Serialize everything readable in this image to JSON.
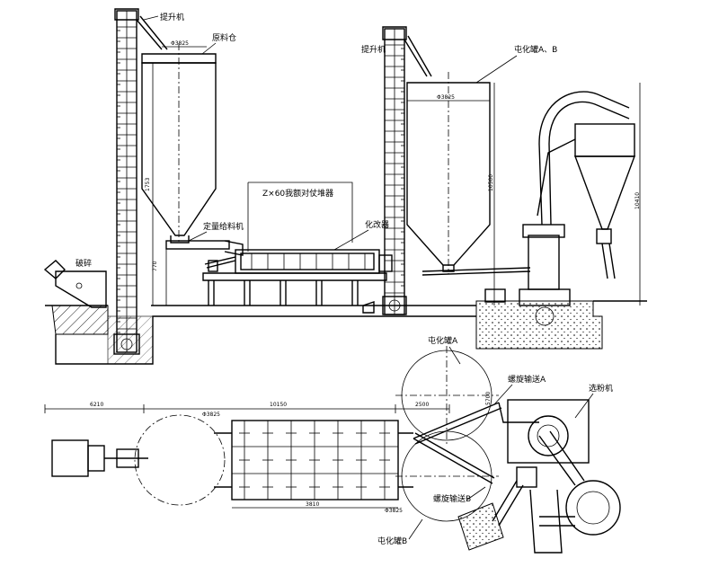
{
  "labels": {
    "elevator_1": "提升机",
    "silo": "原料仓",
    "feeder": "定量给料机",
    "reactor_box": "Z×60我额对仗堆器",
    "modifier": "化改器",
    "elevator_2": "提升机",
    "tank_ab": "屯化罐A、B",
    "crusher": "破碎",
    "tank_a": "屯化罐A",
    "screw_a": "螺旋输送A",
    "classifier": "选粉机",
    "screw_b": "螺旋输送B",
    "tank_b": "屯化罐B"
  },
  "dimensions": {
    "silo_dia": "Φ3825",
    "tank_dia_top": "Φ3825",
    "silo_h": "1753",
    "silo_low": "770",
    "tank_h": "10500",
    "mill_h": "10410",
    "plan_left": "6210",
    "plan_mid": "10150",
    "plan_right": "2500",
    "plan_reactor_w": "3810",
    "plan_dia_mid": "Φ3825",
    "plan_dia_b": "Φ3825",
    "plan_a_h": "5700"
  }
}
